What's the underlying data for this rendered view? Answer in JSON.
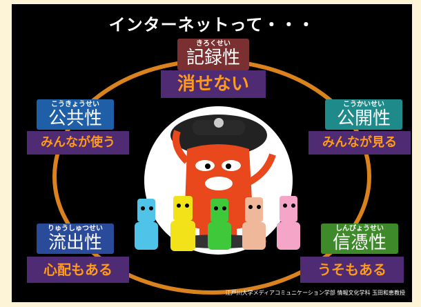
{
  "title": "インターネットって・・・",
  "top": {
    "ruby": "きろくせい",
    "label": "記録性",
    "tag": "消せない"
  },
  "left_top": {
    "ruby": "こうきょうせい",
    "label": "公共性",
    "tag": "みんなが使う"
  },
  "right_top": {
    "ruby": "こうかいせい",
    "label": "公開性",
    "tag": "みんなが見る"
  },
  "left_bottom": {
    "ruby": "りゅうしゅつせい",
    "label": "流出性",
    "tag": "心配もある"
  },
  "right_bottom": {
    "ruby": "しんぴょうせい",
    "label": "信憑性",
    "tag": "うそもある"
  },
  "credit": "江戸川大学メディアコミュニケーション学部 情報文化学科 玉田和恵教授",
  "colors": {
    "top": "#7a3030",
    "left_top": "#1f5fa8",
    "right_top": "#1f8a8a",
    "left_bottom": "#2a4a9a",
    "right_bottom": "#3e8a2a",
    "tag_bg": "#4e2b73",
    "tag_text": "#ff9a1a",
    "ring": "#d9821e"
  }
}
